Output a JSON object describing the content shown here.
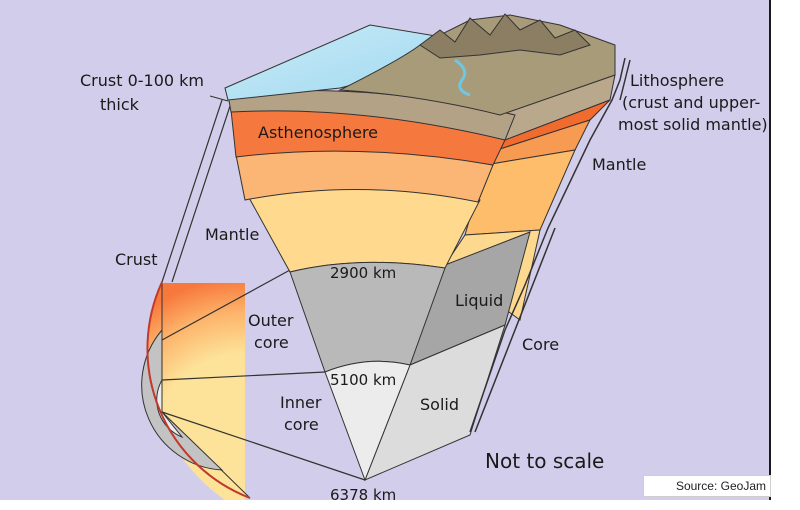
{
  "diagram": {
    "labels": {
      "crust_thickness_line1": "Crust 0-100 km",
      "crust_thickness_line2": "thick",
      "asthenosphere": "Asthenosphere",
      "lithosphere_line1": "Lithosphere",
      "lithosphere_line2": "(crust and upper-",
      "lithosphere_line3": "most solid mantle)",
      "mantle_right": "Mantle",
      "mantle_left": "Mantle",
      "crust": "Crust",
      "depth_2900": "2900 km",
      "outer_core_line1": "Outer",
      "outer_core_line2": "core",
      "liquid": "Liquid",
      "core": "Core",
      "depth_5100": "5100 km",
      "inner_core_line1": "Inner",
      "inner_core_line2": "core",
      "solid": "Solid",
      "not_to_scale": "Not to scale",
      "depth_6378": "6378 km"
    },
    "source": "Source: GeoJam"
  }
}
